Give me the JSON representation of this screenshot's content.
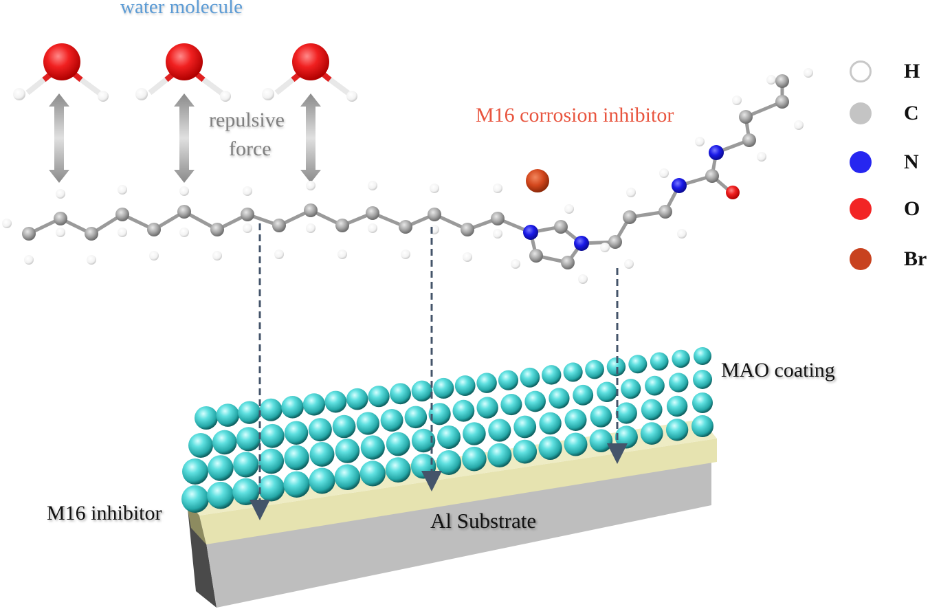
{
  "labels": {
    "water_molecule": "water molecule",
    "repulsive_force_line1": "repulsive",
    "repulsive_force_line2": "force",
    "m16_corrosion_inhibitor": "M16 corrosion inhibitor",
    "mao_coating": "MAO coating",
    "m16_inhibitor": "M16 inhibitor",
    "al_substrate": "Al Substrate"
  },
  "colors": {
    "water_label": "#5b9bd5",
    "repulsive_label": "#7f7f7f",
    "inhibitor_label": "#e8553f",
    "hydrogen": "#ffffff",
    "carbon": "#bfbfbf",
    "nitrogen": "#2626f0",
    "oxygen": "#f22525",
    "bromine": "#c8421f",
    "mao_sphere": "#40d0d0",
    "inhibitor_layer": "#e6e3b0",
    "substrate": "#bdbdbd",
    "arrow_dash": "#44546a"
  },
  "legend": [
    {
      "symbol": "H",
      "element": "hydrogen",
      "color": "#ffffff",
      "border": "#c8c8c8"
    },
    {
      "symbol": "C",
      "element": "carbon",
      "color": "#c4c4c4",
      "border": "#c4c4c4"
    },
    {
      "symbol": "N",
      "element": "nitrogen",
      "color": "#2626f0",
      "border": "#2626f0"
    },
    {
      "symbol": "O",
      "element": "oxygen",
      "color": "#f22525",
      "border": "#f22525"
    },
    {
      "symbol": "Br",
      "element": "bromine",
      "color": "#c8421f",
      "border": "#c8421f"
    }
  ],
  "water_molecule_count": 3,
  "adsorption_arrow_count": 3
}
